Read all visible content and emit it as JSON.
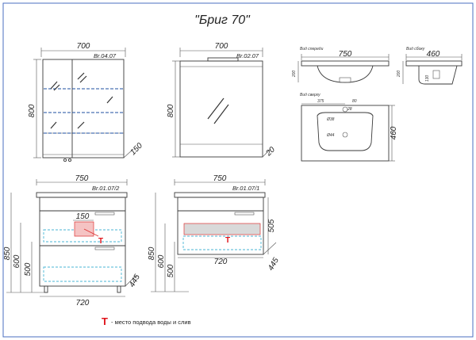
{
  "title": "\"Бриг 70\"",
  "mirror_cabinet": {
    "width": "700",
    "height": "800",
    "depth": "150",
    "code": "Br.04.07"
  },
  "mirror": {
    "width": "700",
    "height": "800",
    "depth": "20",
    "code": "Br.02.07"
  },
  "sink": {
    "front_label": "Вид спереди",
    "side_label": "Вид сбоку",
    "top_label": "Вид сверху",
    "width": "750",
    "depth": "460",
    "height_front": "200",
    "height_side": "200",
    "side_small": "130",
    "top_offset": "375",
    "top_small_a": "80",
    "top_small_b": "28",
    "hole_diam_a": "Ø38",
    "hole_diam_b": "Ø44",
    "top_depth": "460"
  },
  "cabinet_drawers": {
    "width_top": "750",
    "code": "Br.01.07/2",
    "inner_cut": "150",
    "height_total": "850",
    "height_a": "600",
    "height_b": "500",
    "depth": "445",
    "width_bottom": "720"
  },
  "cabinet_single": {
    "width_top": "750",
    "code": "Br.01.07/1",
    "height_right": "505",
    "height_total": "850",
    "height_a": "600",
    "height_b": "500",
    "depth": "445",
    "width_bottom": "720"
  },
  "legend": {
    "marker": "T",
    "text": "- место подвода воды и слив"
  },
  "colors": {
    "red": "#e0141b",
    "cyan": "#49b6d6",
    "blue": "#1d4fa0"
  }
}
